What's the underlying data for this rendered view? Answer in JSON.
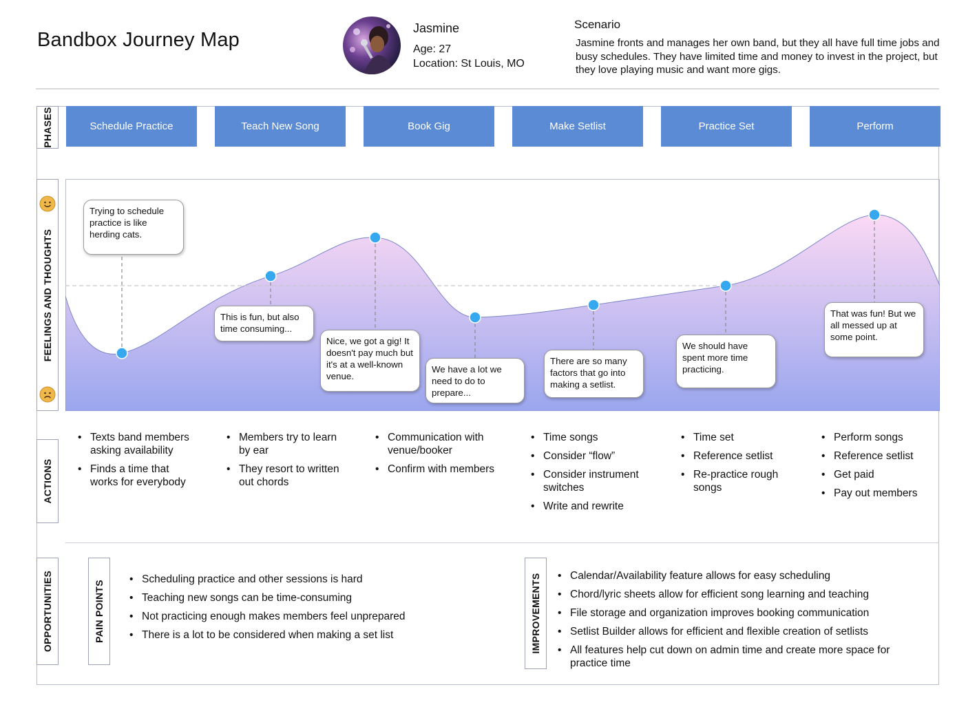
{
  "header": {
    "title": "Bandbox Journey Map",
    "persona": {
      "name": "Jasmine",
      "age": "Age: 27",
      "location": "Location: St Louis, MO"
    },
    "scenario": {
      "title": "Scenario",
      "text": "Jasmine fronts and manages her own band, but they all have full time jobs and busy schedules. They have limited time and money to invest in the project, but they love playing music and want more gigs."
    }
  },
  "row_labels": {
    "phases": "PHASES",
    "feelings": "FEELINGS AND THOUGHTS",
    "actions": "ACTIONS",
    "opportunities": "OPPORTUNITIES",
    "pain_points": "PAIN POINTS",
    "improvements": "IMPROVEMENTS"
  },
  "phases": [
    "Schedule Practice",
    "Teach New Song",
    "Book Gig",
    "Make Setlist",
    "Practice Set",
    "Perform"
  ],
  "feelings": [
    {
      "text": "Trying to schedule practice is like herding cats."
    },
    {
      "text": "This is fun, but also time consuming..."
    },
    {
      "text": "Nice, we got a gig! It doesn't pay much but it's at a well-known venue."
    },
    {
      "text": "We have a lot we need to do to prepare..."
    },
    {
      "text": "There are so many factors that go into making a setlist."
    },
    {
      "text": "We should have spent more time practicing."
    },
    {
      "text": "That was fun! But we all messed up at some point."
    }
  ],
  "actions": [
    [
      "Texts band members asking availability",
      "Finds a time that works for everybody"
    ],
    [
      "Members try to learn by ear",
      "They resort to written out chords"
    ],
    [
      "Communication with venue/booker",
      "Confirm with members"
    ],
    [
      "Time songs",
      "Consider “flow”",
      "Consider instrument switches",
      "Write and rewrite"
    ],
    [
      "Time set",
      "Reference setlist",
      "Re-practice rough songs"
    ],
    [
      "Perform songs",
      "Reference setlist",
      "Get paid",
      "Pay out members"
    ]
  ],
  "pain_points": [
    "Scheduling practice and other sessions is hard",
    "Teaching new songs can be time-consuming",
    "Not practicing enough makes members feel unprepared",
    "There is a lot to be considered when making a set list"
  ],
  "improvements": [
    "Calendar/Availability feature allows for easy scheduling",
    "Chord/lyric sheets allow for efficient song learning and teaching",
    "File storage and organization improves booking communication",
    "Setlist Builder allows for efficient and flexible creation of setlists",
    "All features help cut down on admin time and create more space for practice time"
  ],
  "colors": {
    "phase_fill": "#5b8bd4",
    "point": "#36a8f0",
    "curve_top": "#fbd9f4",
    "curve_bottom": "#9aa6ee",
    "face": "#f0b84a"
  },
  "icons": {
    "happy": "smiling-face-icon",
    "sad": "frowning-face-icon"
  }
}
